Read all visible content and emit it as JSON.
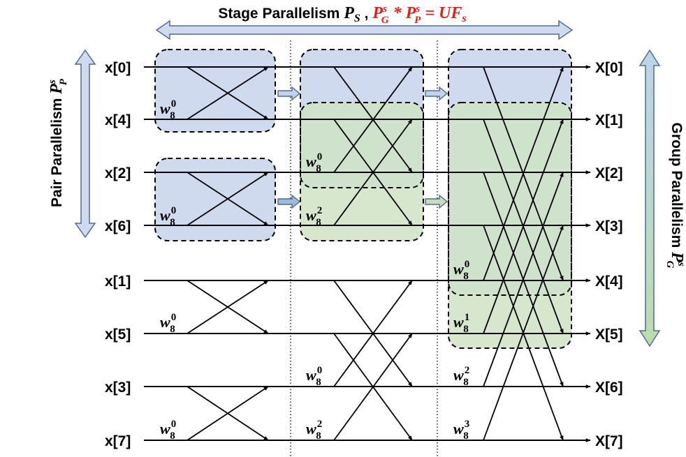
{
  "title": {
    "stage_text": "Stage Parallelism ",
    "stage_sym": "P",
    "stage_sub": "S",
    "sep": " ,  ",
    "eq_g": "P",
    "eq_g_sup": "s",
    "eq_g_sub": "G",
    "eq_mul": " * ",
    "eq_p": "P",
    "eq_p_sup": "s",
    "eq_p_sub": "P",
    "eq_rhs": " = UF",
    "eq_rhs_sub": "s",
    "black_color": "#000000",
    "red_color": "#e0201b"
  },
  "pair_label": {
    "text": "Pair Parallelism ",
    "sym": "P",
    "sup": "s",
    "sub": "P"
  },
  "group_label": {
    "text": "Group Parallelism ",
    "sym": "P",
    "sup": "s",
    "sub": "G"
  },
  "inputs": [
    "x[0]",
    "x[4]",
    "x[2]",
    "x[6]",
    "x[1]",
    "x[5]",
    "x[3]",
    "x[7]"
  ],
  "outputs": [
    "X[0]",
    "X[1]",
    "X[2]",
    "X[3]",
    "X[4]",
    "X[5]",
    "X[6]",
    "X[7]"
  ],
  "twiddle_base": "w",
  "twiddle_sub": "8",
  "twiddles": {
    "stage1": [
      "0",
      "0",
      "0",
      "0"
    ],
    "stage2": [
      "0",
      "2",
      "0",
      "2"
    ],
    "stage3": [
      "0",
      "1",
      "2",
      "3"
    ]
  },
  "colors": {
    "blue_box": "#cfdaee",
    "green_box": "#cfe3c5",
    "blue_arrow": "#c3d2ea",
    "green_arrow": "#c6ddb8",
    "arrow_stroke": "#4f6b8f"
  }
}
